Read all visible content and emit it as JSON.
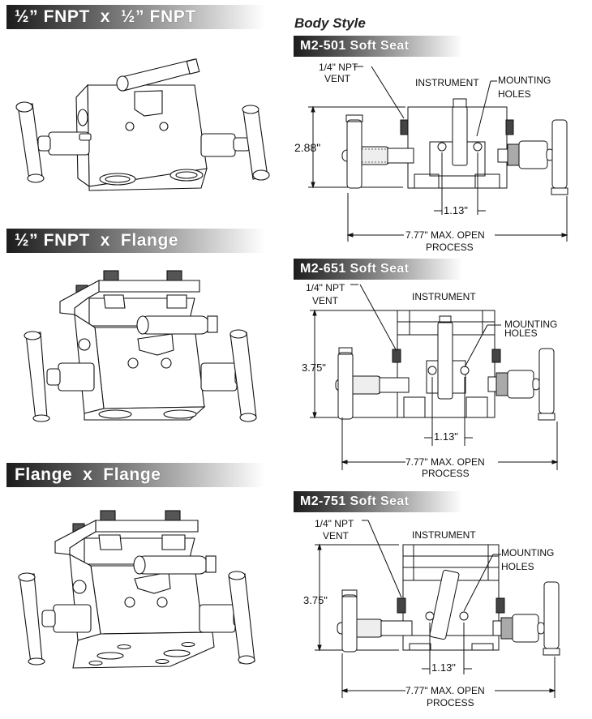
{
  "left_column": {
    "sections": [
      {
        "title": "½” FNPT  x  ½” FNPT",
        "image": "manifold-fnpt-fnpt-isometric"
      },
      {
        "title": "½” FNPT  x  Flange",
        "image": "manifold-fnpt-flange-isometric"
      },
      {
        "title": "Flange  x  Flange",
        "image": "manifold-flange-flange-isometric"
      }
    ]
  },
  "right_column": {
    "heading": "Body Style",
    "models": [
      {
        "title": "M2-501 Soft Seat",
        "vent_label_1": "1/4\" NPT",
        "vent_label_2": "VENT",
        "instrument_label": "INSTRUMENT",
        "mounting_label_1": "MOUNTING",
        "mounting_label_2": "HOLES",
        "height_dim": "2.88\"",
        "center_dim": "1.13\"",
        "width_dim": "7.77\" MAX. OPEN",
        "process_label": "PROCESS"
      },
      {
        "title": "M2-651 Soft Seat",
        "vent_label_1": "1/4\" NPT",
        "vent_label_2": "VENT",
        "instrument_label": "INSTRUMENT",
        "mounting_label_1": "MOUNTING",
        "mounting_label_2": "HOLES",
        "height_dim": "3.75\"",
        "center_dim": "1.13\"",
        "width_dim": "7.77\" MAX. OPEN",
        "process_label": "PROCESS"
      },
      {
        "title": "M2-751 Soft Seat",
        "vent_label_1": "1/4\" NPT",
        "vent_label_2": "VENT",
        "instrument_label": "INSTRUMENT",
        "mounting_label_1": "MOUNTING",
        "mounting_label_2": "HOLES",
        "height_dim": "3.75\"",
        "center_dim": "1.13\"",
        "width_dim": "7.77\" MAX. OPEN",
        "process_label": "PROCESS"
      }
    ]
  }
}
